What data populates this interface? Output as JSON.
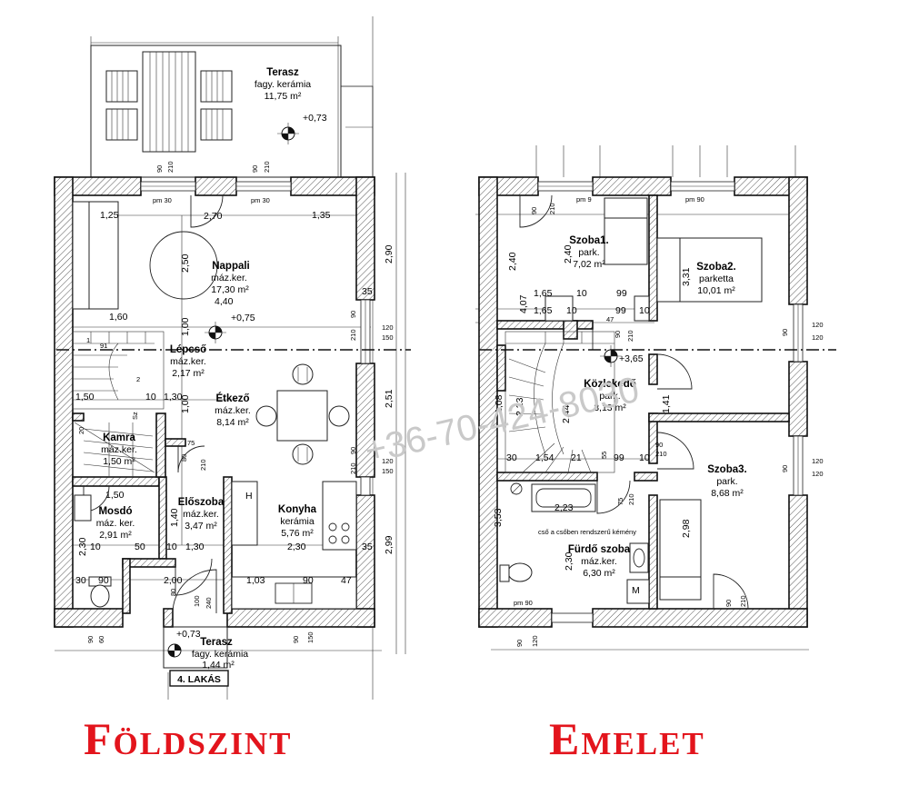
{
  "headings": {
    "ground": "Földszint",
    "upper": "Emelet"
  },
  "watermark": "+36-70-424-8030",
  "apartment_label": "4. LAKÁS",
  "ground_floor": {
    "rooms": {
      "terrace_top": {
        "name": "Terasz",
        "finish": "fagy. kerámia",
        "area": "11,75 m²"
      },
      "nappali": {
        "name": "Nappali",
        "finish": "máz.ker.",
        "area": "17,30 m²"
      },
      "lepcso": {
        "name": "Lépcső",
        "finish": "máz.ker.",
        "area": "2,17 m²"
      },
      "etkezo": {
        "name": "Étkező",
        "finish": "máz.ker.",
        "area": "8,14 m²"
      },
      "kamra": {
        "name": "Kamra",
        "finish": "máz.ker.",
        "area": "1,50 m²"
      },
      "mosdo": {
        "name": "Mosdó",
        "finish": "máz. ker.",
        "area": "2,91 m²"
      },
      "eloszoba": {
        "name": "Előszoba",
        "finish": "máz.ker.",
        "area": "3,47 m²"
      },
      "konyha": {
        "name": "Konyha",
        "finish": "kerámia",
        "area": "5,76 m²"
      },
      "terrace_bottom": {
        "name": "Terasz",
        "finish": "fagy. kerámia",
        "area": "1,44 m²"
      }
    },
    "levels": {
      "terrace_top": "+0,73",
      "living": "+0,75",
      "terrace_bottom": "+0,73"
    },
    "dims": {
      "d125": "1,25",
      "d270": "2,70",
      "d135": "1,35",
      "d290": "2,90",
      "d250": "2,50",
      "d440": "4,40",
      "d160": "1,60",
      "d35a": "35",
      "d35b": "35",
      "d150a": "1,50",
      "d10a": "10",
      "d130a": "1,30",
      "d100a": "1,00",
      "d100b": "1,00",
      "d251": "2,51",
      "d75": "75",
      "d80": "80",
      "d210a": "210",
      "d150b": "1,50",
      "d140": "1,40",
      "d299": "2,99",
      "d230a": "2,30",
      "d230b": "2,30",
      "d10b": "10",
      "d50": "50",
      "d10c": "10",
      "d130b": "1,30",
      "d30": "30",
      "d90a": "90",
      "d200": "2,00",
      "d103": "1,03",
      "d90b": "90",
      "d47": "47",
      "pm30a": "pm 30",
      "pm30b": "pm 30",
      "w90a": "90",
      "w210a": "210",
      "w90b": "90",
      "w210b": "210",
      "w120a": "120",
      "w150a": "150",
      "w90c": "90",
      "w210c": "210",
      "w120b": "120",
      "w150b": "150",
      "w90d": "90",
      "w210d": "210",
      "door80": "80",
      "door100": "100",
      "door240": "240",
      "b90a": "90",
      "b60": "60",
      "b90b": "90",
      "b150": "150",
      "stair1": "1",
      "stair91": "91",
      "stair20": "20",
      "stair2": "2",
      "kitchen_h": "H",
      "kitchen_sz": "Sz"
    }
  },
  "upper_floor": {
    "rooms": {
      "szoba1": {
        "name": "Szoba1.",
        "finish": "park.",
        "area": "7,02 m²"
      },
      "szoba2": {
        "name": "Szoba2.",
        "finish": "parketta",
        "area": "10,01 m²"
      },
      "kozlekedo": {
        "name": "Közlekedő",
        "finish": "park.",
        "area": "3,13 m²"
      },
      "szoba3": {
        "name": "Szoba3.",
        "finish": "park.",
        "area": "8,68 m²"
      },
      "furdo": {
        "name": "Fürdő szoba",
        "finish": "máz.ker.",
        "area": "6,30 m²"
      }
    },
    "levels": {
      "upper": "+3,65"
    },
    "note": "cső a csőben rendszerű kémény",
    "dims": {
      "pm9": "pm 9",
      "pm90a": "pm 90",
      "pm90b": "pm 90",
      "d240a": "2,40",
      "d240b": "2,40",
      "d331": "3,31",
      "d407": "4,07",
      "d165a": "1,65",
      "d10a": "10",
      "d99a": "99",
      "d165b": "1,65",
      "d10b": "10",
      "d99b": "99",
      "d10c": "10",
      "d47": "47",
      "d90a": "90",
      "d210a": "210",
      "d108": "1,08",
      "d223": "2,23",
      "d244": "2,44",
      "d141": "1,41",
      "d30": "30",
      "d154": "1,54",
      "d21": "21",
      "d55": "55",
      "d99c": "99",
      "d10d": "10",
      "d90b": "90",
      "d210b": "210",
      "d75": "75",
      "d210c": "210",
      "d223b": "2,23",
      "d353": "3,53",
      "d230": "2,30",
      "d298": "2,98",
      "d90c": "90",
      "d210d": "210",
      "m": "M",
      "w90a": "90",
      "w210a": "210",
      "w120a": "120",
      "w120b": "120",
      "w90c": "90",
      "w120c": "120",
      "w120d": "120",
      "w90d": "90",
      "b90": "90",
      "b120": "120"
    }
  }
}
